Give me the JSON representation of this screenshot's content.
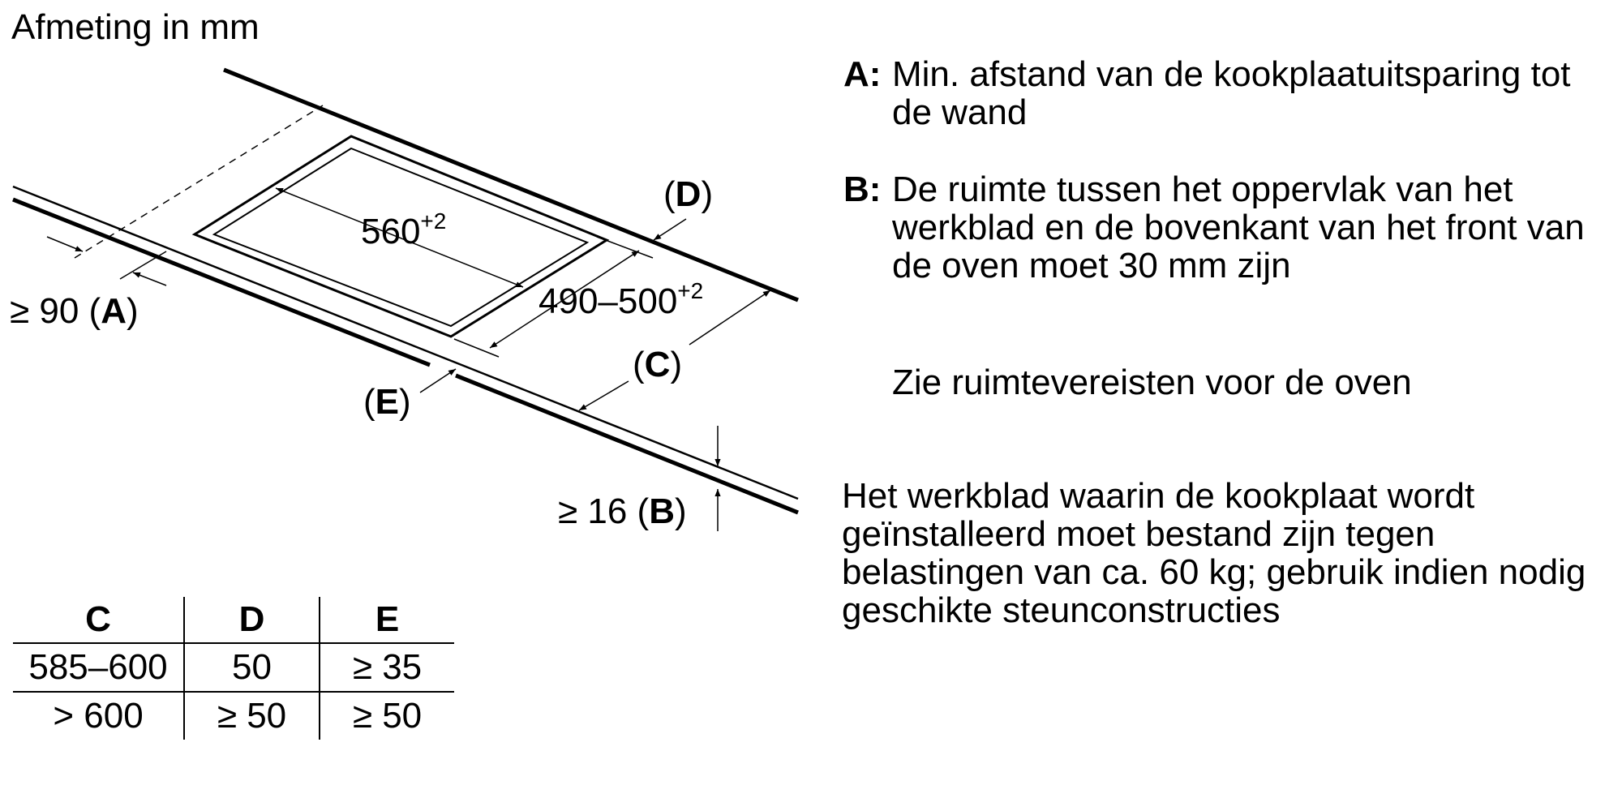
{
  "title": "Afmeting in mm",
  "labels": {
    "width": "560",
    "width_sup": "+2",
    "depth": "490–500",
    "depth_sup": "+2",
    "a_prefix": "≥ 90 (",
    "a_key": "A",
    "a_suffix": ")",
    "b_prefix": "≥ 16 (",
    "b_key": "B",
    "b_suffix": ")",
    "c_open": "(",
    "c_key": "C",
    "c_close": ")",
    "d_open": "(",
    "d_key": "D",
    "d_close": ")",
    "e_open": "(",
    "e_key": "E",
    "e_close": ")"
  },
  "legend": [
    {
      "key": "A:",
      "text": "Min. afstand van de kookplaatuitsparing tot de wand"
    },
    {
      "key": "B:",
      "text": "De ruimte tussen het oppervlak van het werkblad en de bovenkant van het front van de oven moet 30 mm zijn"
    },
    {
      "key": "",
      "text": "Zie ruimtevereisten voor de oven"
    }
  ],
  "note": "Het werkblad waarin de kookplaat wordt geïnstalleerd moet bestand zijn tegen belastingen van ca. 60 kg; gebruik indien nodig geschikte steunconstructies",
  "table": {
    "headers": [
      "C",
      "D",
      "E"
    ],
    "rows": [
      [
        "585–600",
        "50",
        "≥ 35"
      ],
      [
        "> 600",
        "≥ 50",
        "≥ 50"
      ]
    ]
  }
}
